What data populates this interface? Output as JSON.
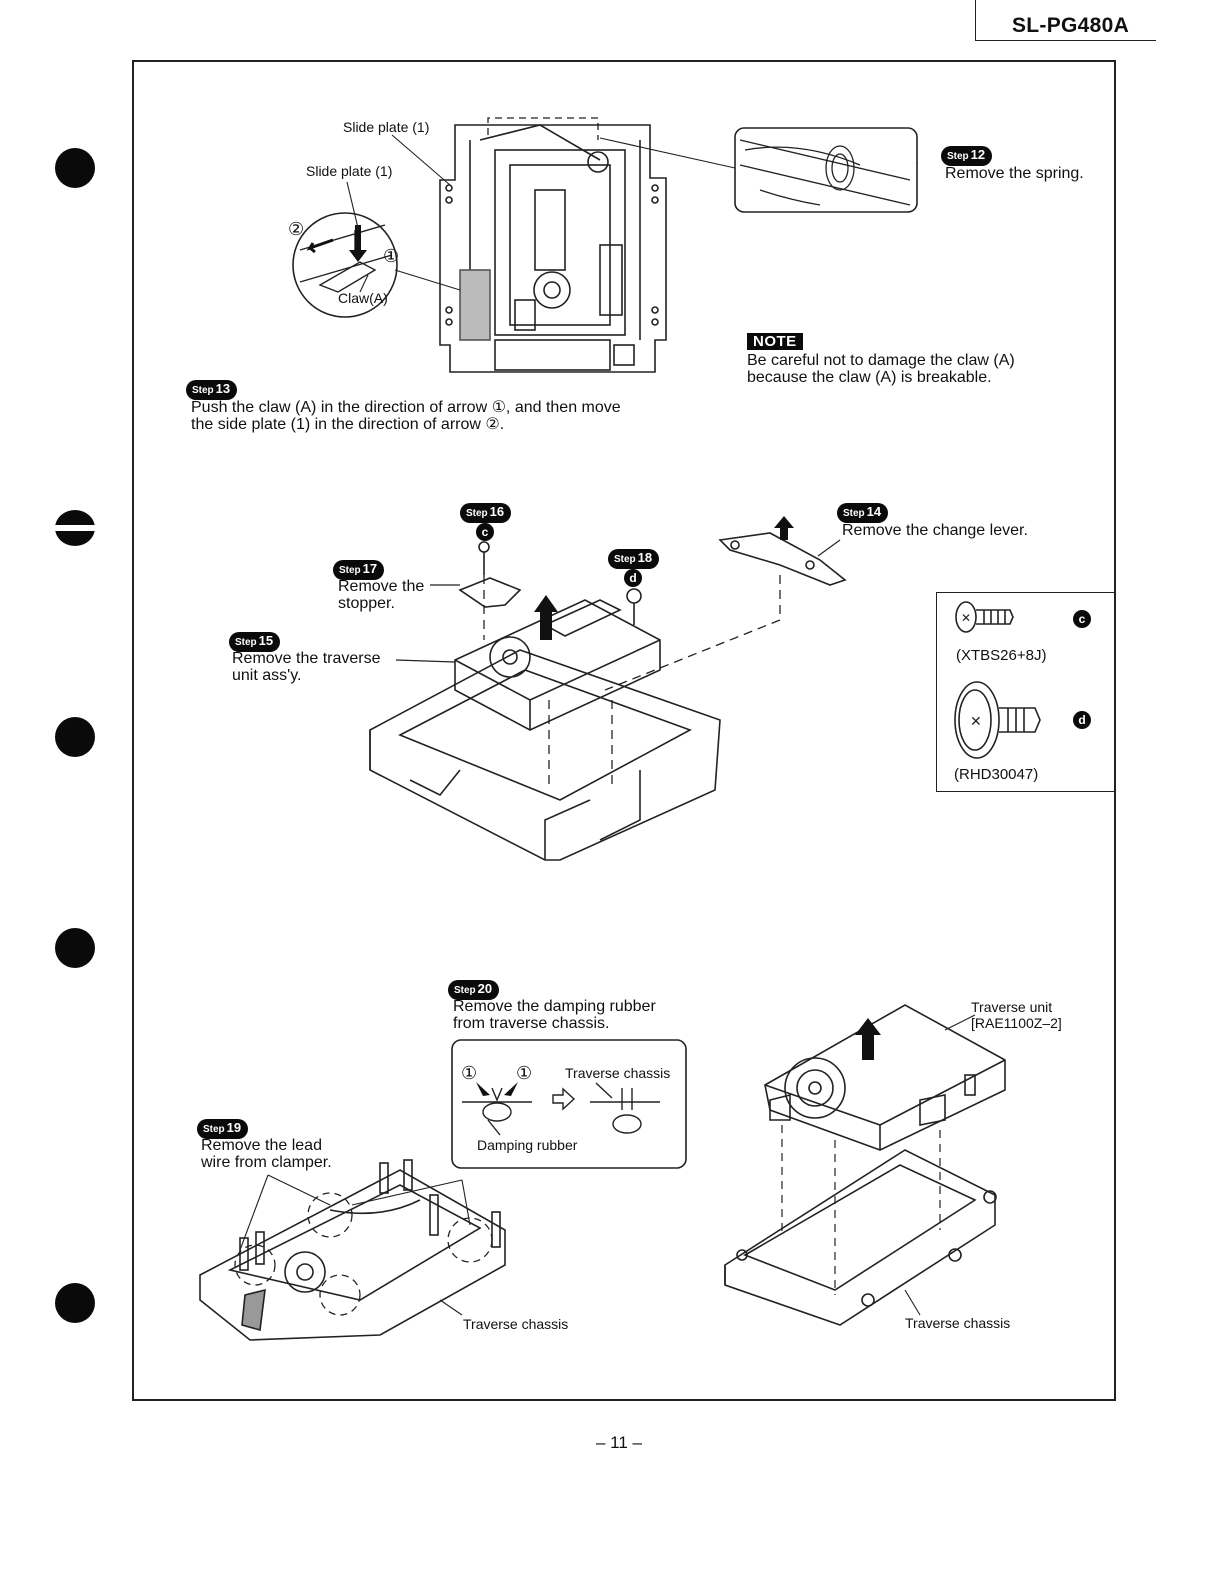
{
  "header": {
    "model": "SL-PG480A"
  },
  "steps": {
    "s12": {
      "word": "Step",
      "number": "12",
      "text": "Remove the spring."
    },
    "s13": {
      "word": "Step",
      "number": "13",
      "line1": "Push the claw (A) in the direction of arrow ①, and then move",
      "line2": "the side plate (1) in the direction of arrow ②."
    },
    "s14": {
      "word": "Step",
      "number": "14",
      "text": "Remove the change lever."
    },
    "s15": {
      "word": "Step",
      "number": "15",
      "line1": "Remove the traverse",
      "line2": "unit ass'y."
    },
    "s16": {
      "word": "Step",
      "number": "16",
      "screw": "c"
    },
    "s17": {
      "word": "Step",
      "number": "17",
      "line1": "Remove the",
      "line2": "stopper."
    },
    "s18": {
      "word": "Step",
      "number": "18",
      "screw": "d"
    },
    "s19": {
      "word": "Step",
      "number": "19",
      "line1": "Remove the lead",
      "line2": "wire from clamper."
    },
    "s20": {
      "word": "Step",
      "number": "20",
      "line1": "Remove the damping rubber",
      "line2": "from traverse chassis."
    }
  },
  "labels": {
    "slide_plate_top": "Slide plate (1)",
    "slide_plate_left": "Slide plate (1)",
    "claw": "Claw(A)",
    "arrow1": "①",
    "arrow2": "②",
    "traverse_chassis_inset": "Traverse chassis",
    "damping_rubber": "Damping rubber",
    "traverse_chassis_left": "Traverse chassis",
    "traverse_chassis_right": "Traverse chassis",
    "traverse_unit_line1": "Traverse unit",
    "traverse_unit_line2": "[RAE1100Z–2]"
  },
  "note": {
    "badge": "NOTE",
    "line1": "Be careful not to damage the claw (A)",
    "line2": "because the claw (A) is breakable."
  },
  "screws": [
    {
      "mark": "c",
      "part": "(XTBS26+8J)"
    },
    {
      "mark": "d",
      "part": "(RHD30047)"
    }
  ],
  "footer": {
    "page": "– 11 –"
  }
}
